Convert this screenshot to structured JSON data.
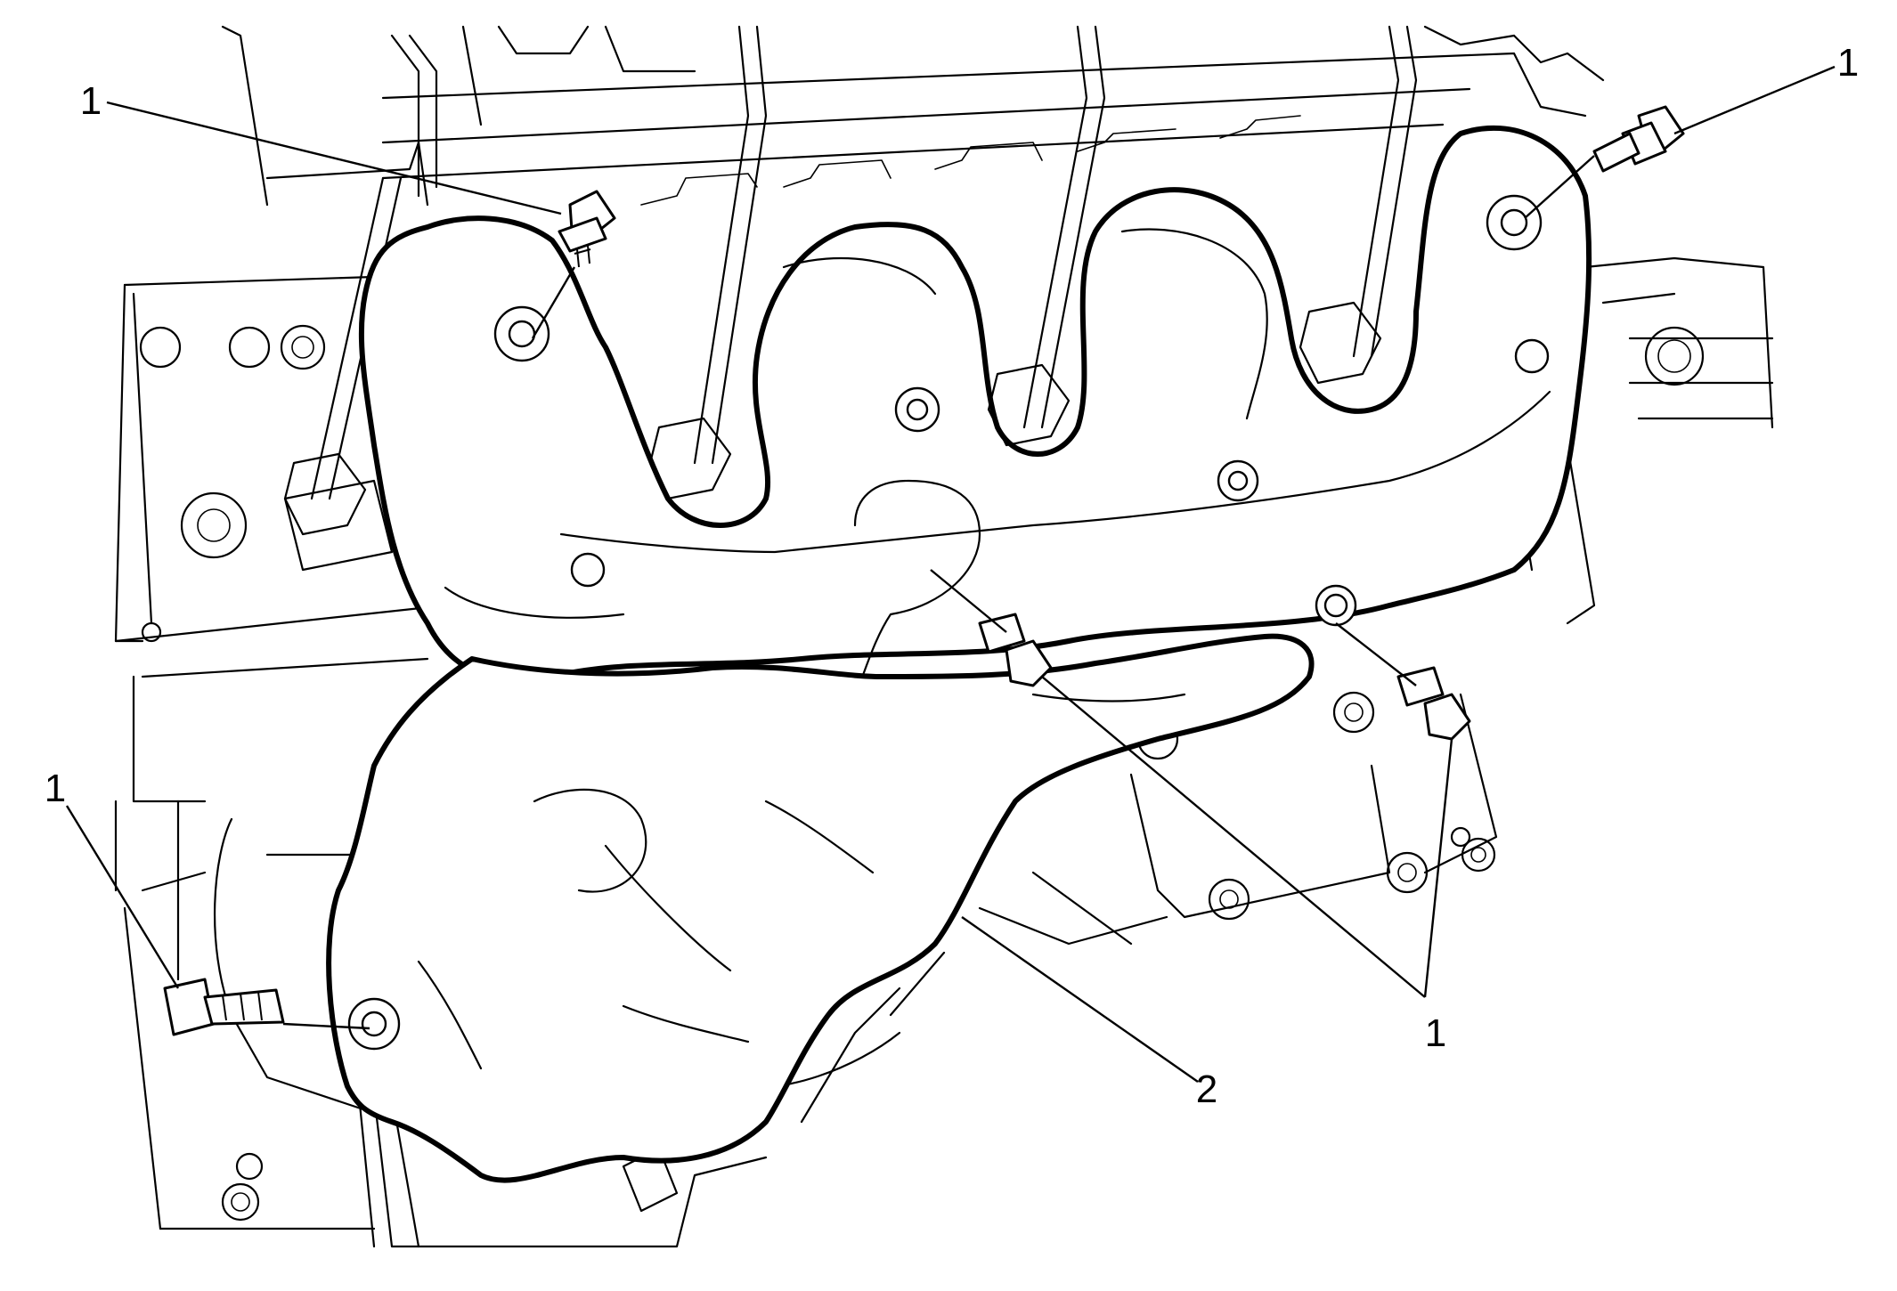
{
  "callouts": {
    "bolt_top_left": "1",
    "bolt_top_right": "1",
    "bolt_left": "1",
    "bolts_center": "1",
    "heat_shield": "2"
  }
}
